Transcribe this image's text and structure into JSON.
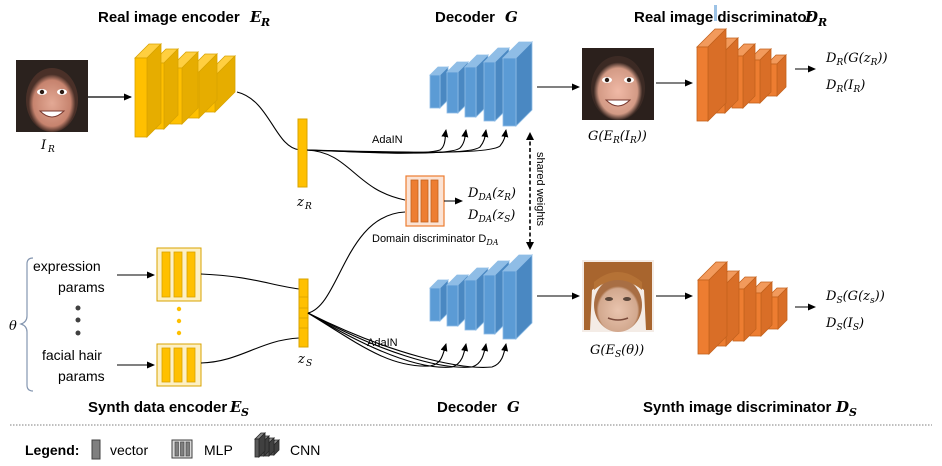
{
  "titles": {
    "real_encoder": "Real image encoder",
    "real_encoder_sym": "E",
    "real_encoder_sub": "R",
    "decoder_top": "Decoder",
    "decoder_top_sym": "G",
    "real_disc": "Real image discriminator",
    "real_disc_sym": "D",
    "real_disc_sub": "R",
    "synth_encoder": "Synth data encoder",
    "synth_encoder_sym": "E",
    "synth_encoder_sub": "S",
    "decoder_bottom": "Decoder",
    "decoder_bottom_sym": "G",
    "synth_disc": "Synth image discriminator",
    "synth_disc_sym": "D",
    "synth_disc_sub": "S"
  },
  "labels": {
    "input_image": "I_R",
    "input_image_main": "I",
    "input_image_sub": "R",
    "z_r_main": "z",
    "z_r_sub": "R",
    "z_s_main": "z",
    "z_s_sub": "S",
    "adain_top": "AdaIN",
    "adain_bottom": "AdaIN",
    "shared_weights": "shared weights",
    "domain_disc": "Domain discriminator D",
    "domain_disc_sub": "DA",
    "dda_zr": "D_DA(z_R)",
    "dda_zs": "D_DA(z_S)",
    "recon_real": "G(E_R(I_R))",
    "recon_synth": "G(E_S(θ))",
    "dr_out1": "D_R(G(z_R))",
    "dr_out2": "D_R(I_R)",
    "ds_out1": "D_S(G(z_s))",
    "ds_out2": "D_S(I_S)",
    "theta": "θ",
    "expression_params_1": "expression",
    "expression_params_2": "params",
    "facial_hair_1": "facial hair",
    "facial_hair_2": "params"
  },
  "legend": {
    "title": "Legend:",
    "vector": "vector",
    "mlp": "MLP",
    "cnn": "CNN"
  },
  "colors": {
    "encoder_yellow": "#ffc000",
    "encoder_yellow_dark": "#d9a300",
    "decoder_blue": "#5b9bd5",
    "decoder_blue_light": "#8fbde6",
    "disc_orange": "#ed7d31",
    "disc_orange_dark": "#c4621d",
    "mlp_bg": "#fdf0c4",
    "dd_bg": "#fbe3d5",
    "legend_gray": "#7f7f7f"
  }
}
